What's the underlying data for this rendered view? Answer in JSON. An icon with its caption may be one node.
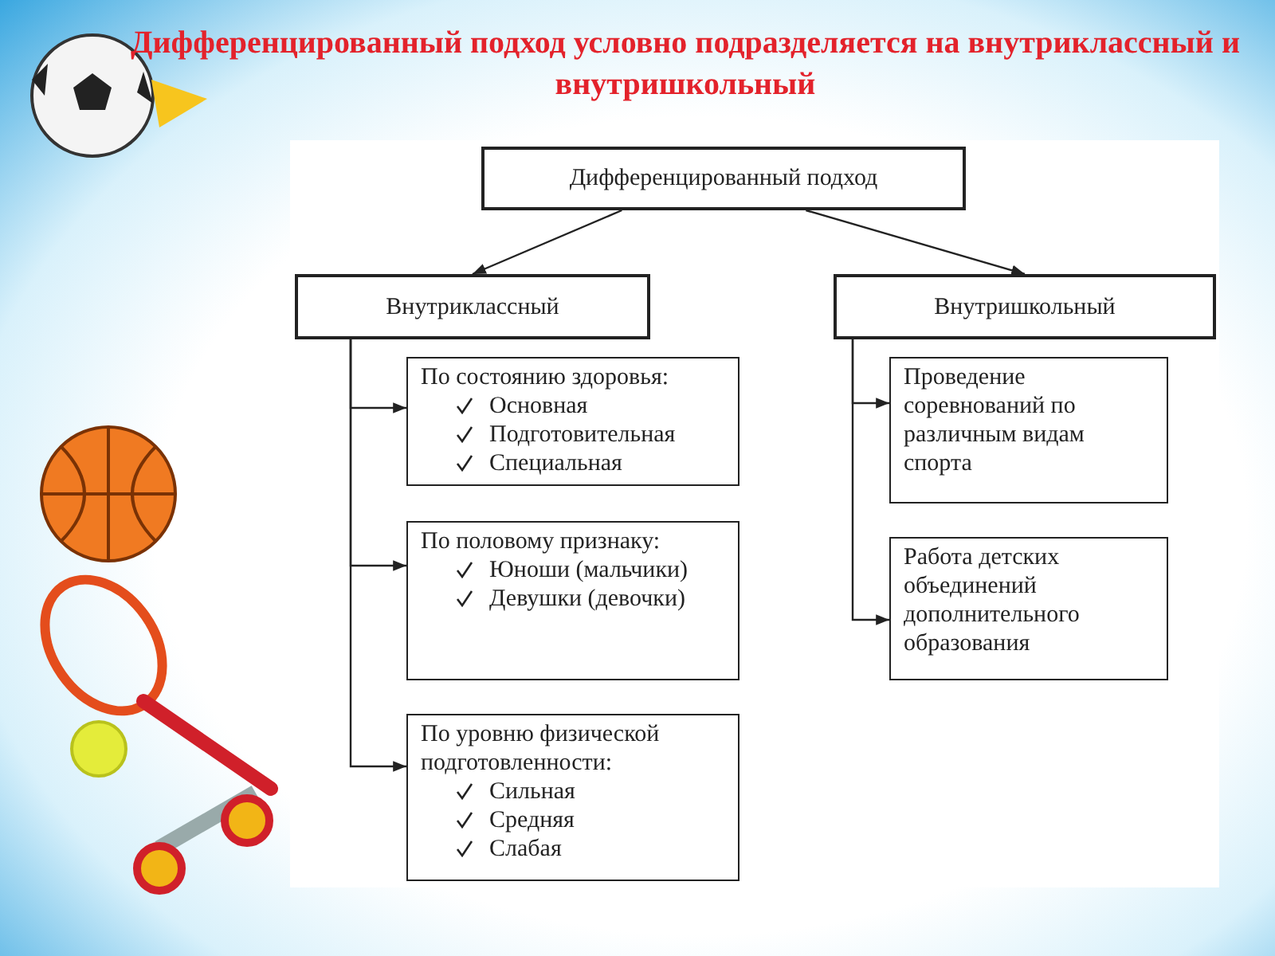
{
  "diagram": {
    "title": "Дифференцированный подход условно подразделяется на внутриклассный и внутришкольный",
    "nodes": [
      {
        "text": [
          "Дифференцированный подход"
        ]
      },
      {
        "text": [
          "Внутриклассный"
        ]
      },
      {
        "text": [
          "Внутришкольный"
        ]
      },
      {
        "text": [
          "По состоянию здоровья:",
          "Основная",
          "Подготовительная",
          "Специальная"
        ]
      },
      {
        "text": [
          "По половому признаку:",
          "Юноши (мальчики)",
          "Девушки (девочки)"
        ]
      },
      {
        "text": [
          "По уровню физической подготовленности:",
          "Сильная",
          "Средняя",
          "Слабая"
        ]
      },
      {
        "text": [
          "Проведение соревнований по различным видам спорта"
        ]
      },
      {
        "text": [
          "Работа детских объединений дополнительного образования"
        ]
      }
    ],
    "edges": [
      {
        "from": 0,
        "to": 1,
        "arrow": "to"
      },
      {
        "from": 0,
        "to": 2,
        "arrow": "to"
      },
      {
        "from": 1,
        "to": 3,
        "arrow": "to"
      },
      {
        "from": 1,
        "to": 4,
        "arrow": "to"
      },
      {
        "from": 1,
        "to": 5,
        "arrow": "to"
      },
      {
        "from": 2,
        "to": 6,
        "arrow": "to"
      },
      {
        "from": 2,
        "to": 7,
        "arrow": "to"
      }
    ]
  }
}
